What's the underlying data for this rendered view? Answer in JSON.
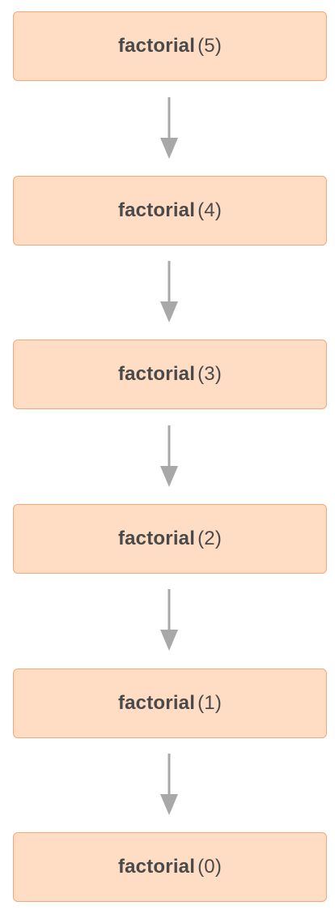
{
  "diagram": {
    "nodes": [
      {
        "fn": "factorial",
        "arg": "(5)"
      },
      {
        "fn": "factorial",
        "arg": "(4)"
      },
      {
        "fn": "factorial",
        "arg": "(3)"
      },
      {
        "fn": "factorial",
        "arg": "(2)"
      },
      {
        "fn": "factorial",
        "arg": "(1)"
      },
      {
        "fn": "factorial",
        "arg": "(0)"
      }
    ]
  },
  "colors": {
    "node_fill": "#ffdcc4",
    "node_border": "#f6a878",
    "text": "#4a4a4a",
    "arrow": "#a8a8a8"
  }
}
